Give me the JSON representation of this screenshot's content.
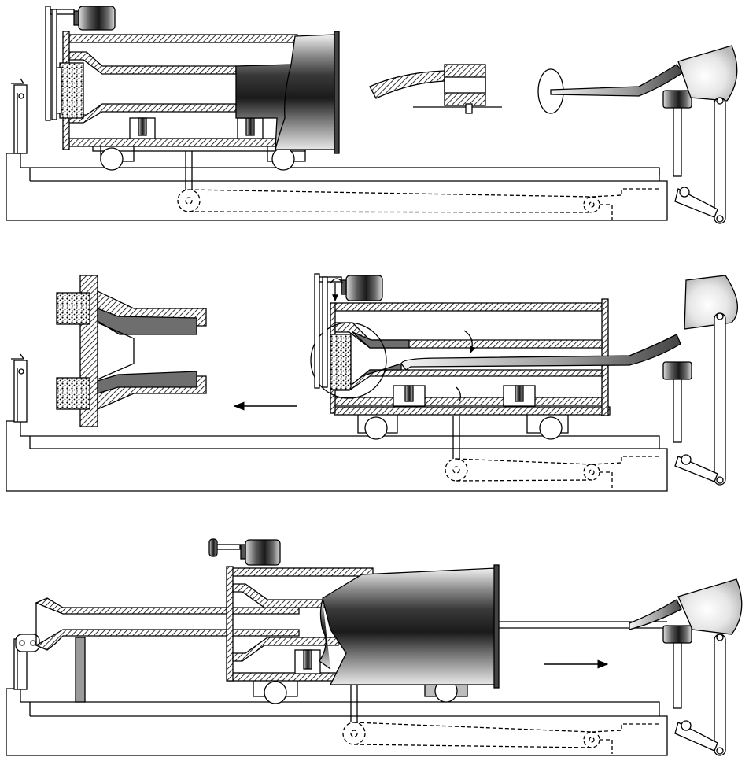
{
  "figure": {
    "panels": [
      {
        "name": "stage-1",
        "arrow": "none"
      },
      {
        "name": "stage-2",
        "arrow": "left"
      },
      {
        "name": "stage-3",
        "arrow": "right"
      }
    ],
    "colors": {
      "ink": "#000000",
      "paper": "#ffffff",
      "hatch": "#000000",
      "metal_dark": "#2a2a2a",
      "metal_light": "#f2f2f2",
      "liner_gray": "#6e6e6e",
      "support_gray": "#9a9a9a"
    }
  }
}
